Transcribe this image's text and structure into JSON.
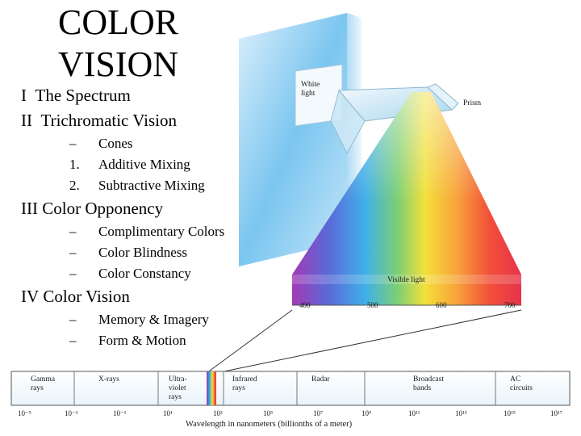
{
  "title": [
    "COLOR",
    "VISION"
  ],
  "outline": [
    {
      "level": 1,
      "marker": "I",
      "text": "The Spectrum"
    },
    {
      "level": 1,
      "marker": "II",
      "text": "Trichromatic Vision"
    },
    {
      "level": 2,
      "marker": "–",
      "text": "Cones"
    },
    {
      "level": 2,
      "marker": "1.",
      "text": "Additive Mixing"
    },
    {
      "level": 2,
      "marker": "2.",
      "text": "Subtractive Mixing"
    },
    {
      "level": 1,
      "marker": "III",
      "text": "Color Opponency"
    },
    {
      "level": 2,
      "marker": "–",
      "text": "Complimentary Colors"
    },
    {
      "level": 2,
      "marker": "–",
      "text": "Color Blindness"
    },
    {
      "level": 2,
      "marker": "–",
      "text": "Color Constancy"
    },
    {
      "level": 1,
      "marker": "IV",
      "text": "Color Vision"
    },
    {
      "level": 2,
      "marker": "–",
      "text": "Memory & Imagery"
    },
    {
      "level": 2,
      "marker": "–",
      "text": "Form & Motion"
    }
  ],
  "figure": {
    "white_light_label": [
      "White",
      "light"
    ],
    "prism_label": "Prism",
    "visible_light_label": "Visible light",
    "visible_ticks": [
      "400",
      "500",
      "600",
      "700"
    ],
    "em_bands": [
      [
        "Gamma",
        "rays"
      ],
      [
        "X-rays"
      ],
      [
        "Ultra-",
        "violet",
        "rays"
      ],
      [
        "Infrared",
        "rays"
      ],
      [
        "Radar"
      ],
      [
        "Broadcast",
        "bands"
      ],
      [
        "AC",
        "circuits"
      ]
    ],
    "em_ticks": [
      "10⁻⁵",
      "10⁻³",
      "10⁻¹",
      "10¹",
      "10³",
      "10⁵",
      "10⁷",
      "10⁹",
      "10¹¹",
      "10¹³",
      "10¹⁵",
      "10¹⁷"
    ],
    "axis_caption": "Wavelength in nanometers (billionths of a meter)"
  }
}
